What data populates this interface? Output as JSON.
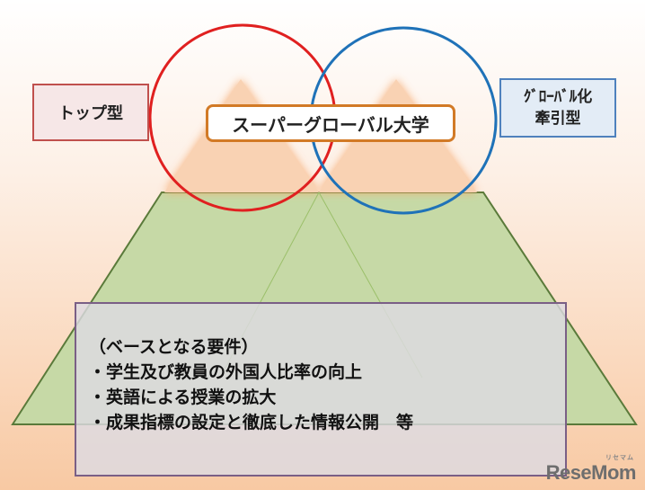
{
  "labels": {
    "left": "トップ型",
    "right_line1": "ｸﾞﾛｰﾊﾞﾙ化",
    "right_line2": "牽引型",
    "center": "スーパーグローバル大学"
  },
  "requirements": {
    "heading": "（ベースとなる要件）",
    "items": [
      "・学生及び教員の外国人比率の向上",
      "・英語による授業の拡大",
      "・成果指標の設定と徹底した情報公開　等"
    ]
  },
  "watermark": {
    "logo_text": "ReseMom",
    "logo_sub": "リセマム"
  },
  "colors": {
    "base_triangle": "#c6d9a6",
    "peaks": "#f6c7a4",
    "left_circle": "#e02020",
    "right_circle": "#1f72b8",
    "center_border": "#d27a26"
  }
}
